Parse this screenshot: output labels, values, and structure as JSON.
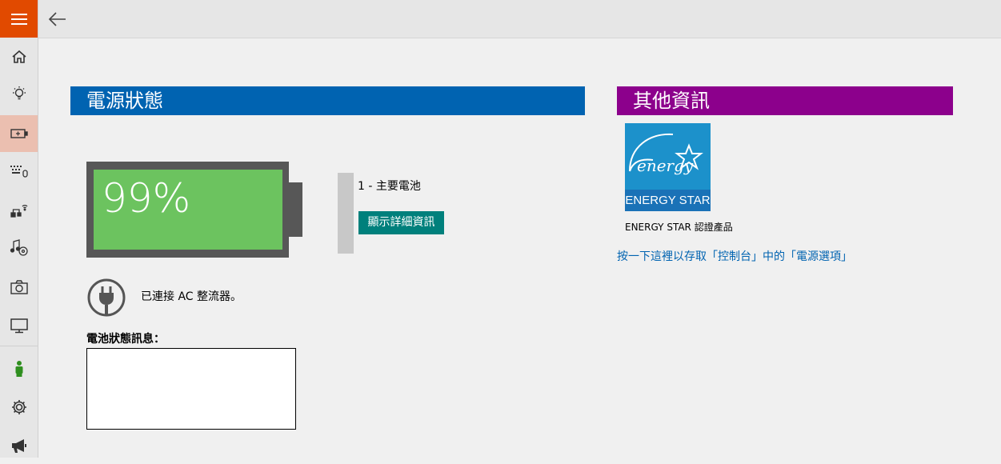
{
  "sidebar": {
    "items": [
      {
        "icon": "home-icon",
        "active": false
      },
      {
        "icon": "lightbulb-icon",
        "active": false
      },
      {
        "icon": "battery-icon",
        "active": true
      },
      {
        "icon": "keyboard-mouse-icon",
        "active": false
      },
      {
        "icon": "network-icon",
        "active": false
      },
      {
        "icon": "media-icon",
        "active": false
      },
      {
        "icon": "camera-icon",
        "active": false
      },
      {
        "icon": "monitor-icon",
        "active": false
      },
      {
        "icon": "person-icon",
        "active": false
      },
      {
        "icon": "settings-gear-icon",
        "active": false
      },
      {
        "icon": "megaphone-icon",
        "active": false
      }
    ],
    "accent_color": "#e14a00"
  },
  "topbar": {
    "back_icon": "back-arrow-icon"
  },
  "power_status": {
    "title": "電源狀態",
    "color": "#0063b1",
    "battery_percent_text": "99%",
    "battery_level": 0.99,
    "battery_name": "1 - 主要電池",
    "details_button": "顯示詳細資訊",
    "ac_text": "已連接 AC 整流器。",
    "status_label": "電池狀態訊息：",
    "status_value": ""
  },
  "other_info": {
    "title": "其他資訊",
    "color": "#8c008c",
    "energy_star_logo_text": "ENERGY STAR",
    "energy_star_script": "energy",
    "energy_star_caption": "ENERGY STAR 認證產品",
    "control_panel_link": "按一下這裡以存取「控制台」中的「電源選項」"
  }
}
